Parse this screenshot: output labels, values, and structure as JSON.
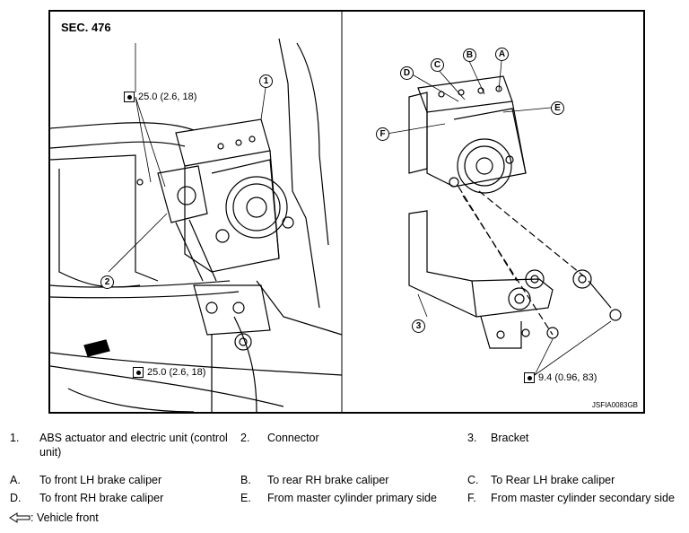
{
  "figure": {
    "section": "SEC. 476",
    "torque_top": "25.0 (2.6, 18)",
    "torque_bottom": "25.0 (2.6, 18)",
    "torque_right": "9.4 (0.96, 83)",
    "code": "JSFIA0083GB",
    "callouts": {
      "c1": "1",
      "c2": "2",
      "c3": "3",
      "cA": "A",
      "cB": "B",
      "cC": "C",
      "cD": "D",
      "cE": "E",
      "cF": "F"
    }
  },
  "legend": {
    "parts": [
      {
        "key": "1.",
        "text": "ABS actuator and electric unit (control unit)"
      },
      {
        "key": "2.",
        "text": "Connector"
      },
      {
        "key": "3.",
        "text": "Bracket"
      }
    ],
    "lines": [
      {
        "key": "A.",
        "text": "To front LH brake caliper"
      },
      {
        "key": "B.",
        "text": "To rear RH brake caliper"
      },
      {
        "key": "C.",
        "text": "To Rear LH brake caliper"
      },
      {
        "key": "D.",
        "text": "To front RH brake caliper"
      },
      {
        "key": "E.",
        "text": "From master cylinder primary side"
      },
      {
        "key": "F.",
        "text": "From master cylinder secondary side"
      }
    ],
    "vehicle_front": ": Vehicle front"
  }
}
